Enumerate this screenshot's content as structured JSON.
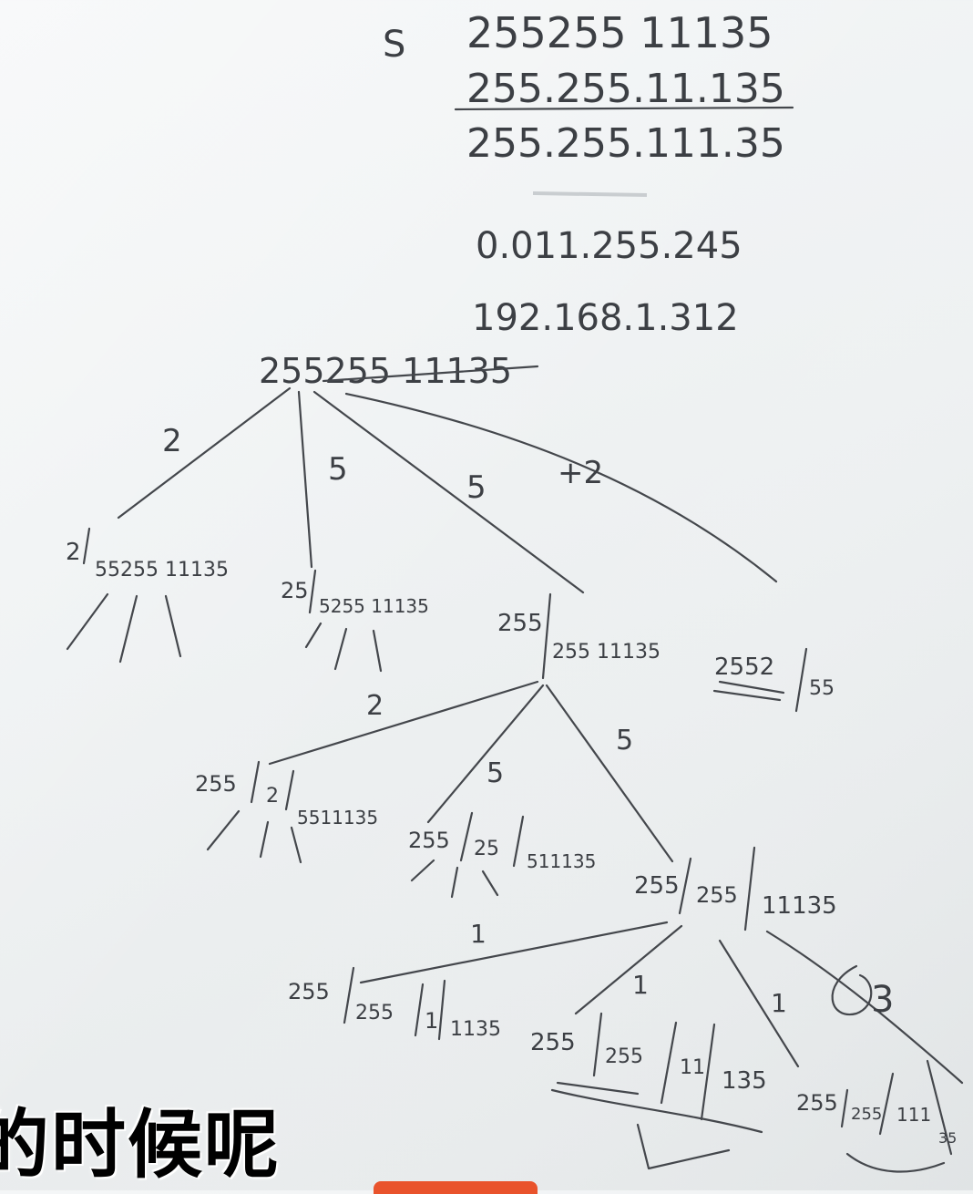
{
  "header": {
    "s_label": "S",
    "s_value": "255255 11135",
    "splits": [
      "255.255.11.135",
      "255.255.111.35"
    ],
    "invalid_examples": [
      "0.011.255.245",
      "192.168.1.312"
    ]
  },
  "tree": {
    "root": "255255 11135",
    "edge_labels": [
      "2",
      "5",
      "5",
      "+2",
      "2",
      "5",
      "5",
      "1",
      "1",
      "1",
      "3"
    ],
    "nodes": {
      "n1": [
        "2",
        "55255 11135"
      ],
      "n2": [
        "25",
        "5255 11135"
      ],
      "n3": [
        "255",
        "255 11135"
      ],
      "n4": [
        "2552",
        "55"
      ],
      "n5": [
        "255",
        "2",
        "5511135"
      ],
      "n6": [
        "255",
        "25",
        "511135"
      ],
      "n7": [
        "255",
        "255",
        "11135"
      ],
      "n8": [
        "255",
        "255",
        "1",
        "1135"
      ],
      "n9": [
        "255",
        "255",
        "11",
        "135"
      ],
      "n10": [
        "255",
        "255",
        "111",
        "35"
      ]
    }
  },
  "caption": "的时候呢"
}
